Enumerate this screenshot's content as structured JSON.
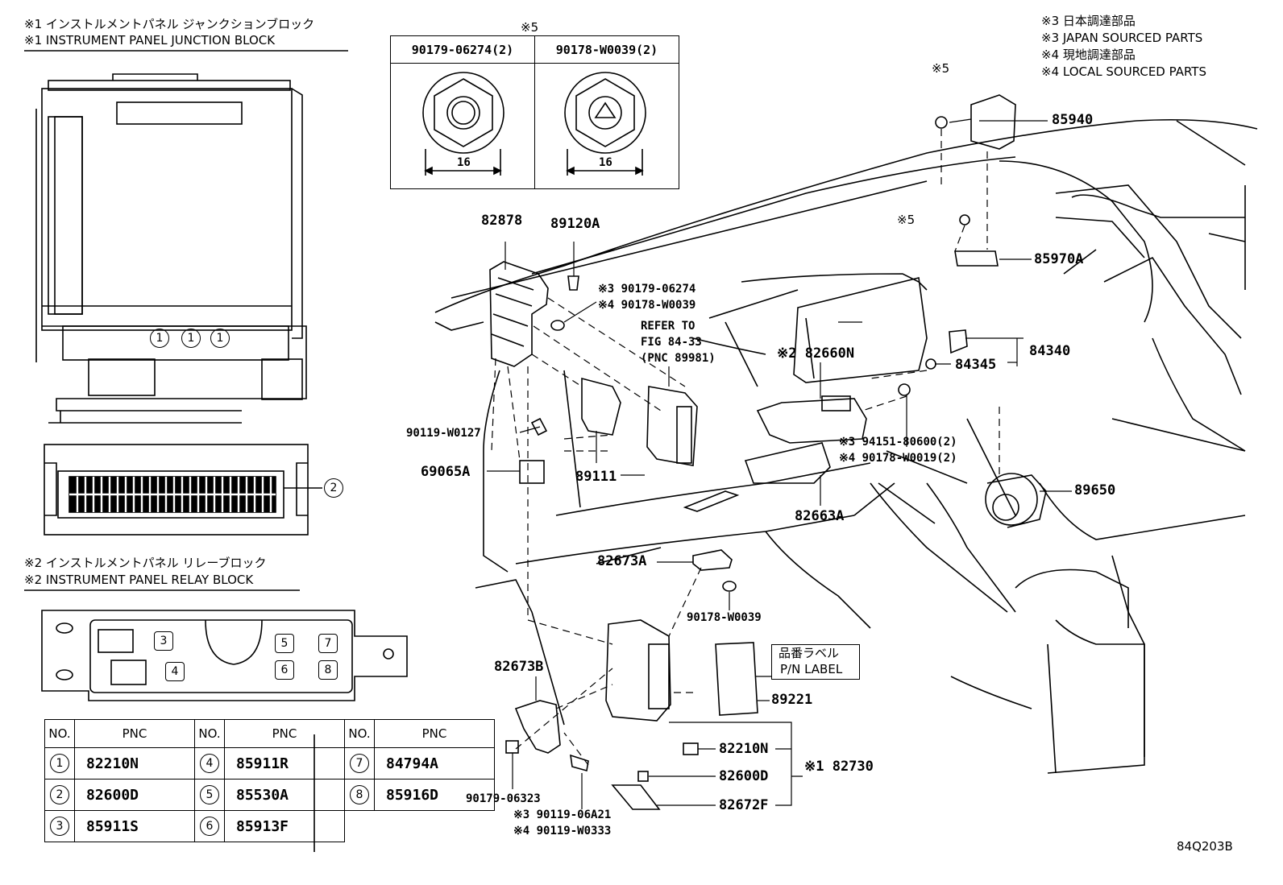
{
  "headers": {
    "jb_jp": "※1 インストルメントパネル ジャンクションブロック",
    "jb_en": "※1 INSTRUMENT PANEL JUNCTION BLOCK",
    "rb_jp": "※2 インストルメントパネル リレーブロック",
    "rb_en": "※2 INSTRUMENT PANEL RELAY BLOCK"
  },
  "legend": [
    "※3 日本調達部品",
    "※3 JAPAN SOURCED PARTS",
    "※4 現地調達部品",
    "※4 LOCAL SOURCED PARTS"
  ],
  "bolt_table": {
    "mark": "※5",
    "col1": "90179-06274(2)",
    "col2": "90178-W0039(2)",
    "dim1": "16",
    "dim2": "16"
  },
  "jb_markers": {
    "m1a": "1",
    "m1b": "1",
    "m1c": "1",
    "m2": "2"
  },
  "rb_markers": {
    "m3": "3",
    "m4": "4",
    "m5": "5",
    "m6": "6",
    "m7": "7",
    "m8": "8"
  },
  "pnc_table": {
    "col_no": "NO.",
    "col_pnc": "PNC",
    "rows": [
      [
        {
          "no": "1",
          "pnc": "82210N"
        },
        {
          "no": "4",
          "pnc": "85911R"
        },
        {
          "no": "7",
          "pnc": "84794A"
        }
      ],
      [
        {
          "no": "2",
          "pnc": "82600D"
        },
        {
          "no": "5",
          "pnc": "85530A"
        },
        {
          "no": "8",
          "pnc": "85916D"
        }
      ],
      [
        {
          "no": "3",
          "pnc": "85911S"
        },
        {
          "no": "6",
          "pnc": "85913F"
        }
      ]
    ]
  },
  "callouts": {
    "p85940": "85940",
    "m5_top": "※5",
    "m5_mid": "※5",
    "p85970A": "85970A",
    "p84340": "84340",
    "p84345": "84345",
    "p89650": "89650",
    "p82878": "82878",
    "p89120A": "89120A",
    "a3_90179": "※3 90179-06274",
    "a4_90178": "※4 90178-W0039",
    "refer1": "REFER TO",
    "refer2": "FIG 84-33",
    "refer3": "(PNC 89981)",
    "p82660N": "※2 82660N",
    "p90119W0127": "90119-W0127",
    "p69065A": "69065A",
    "p89111": "89111",
    "b3_94151": "※3 94151-80600(2)",
    "b4_90178": "※4 90178-W0019(2)",
    "p82663A": "82663A",
    "p82673A": "82673A",
    "p90178W0039": "90178-W0039",
    "pn_jp": "品番ラベル",
    "pn_en": "P/N LABEL",
    "p89221": "89221",
    "p82673B": "82673B",
    "p82210N": "82210N",
    "p82600D": "82600D",
    "p82672F": "82672F",
    "p82730": "※1 82730",
    "p90179_06323": "90179-06323",
    "c3_90119": "※3 90119-06A21",
    "c4_90119": "※4 90119-W0333",
    "fig_code": "84Q203B"
  }
}
